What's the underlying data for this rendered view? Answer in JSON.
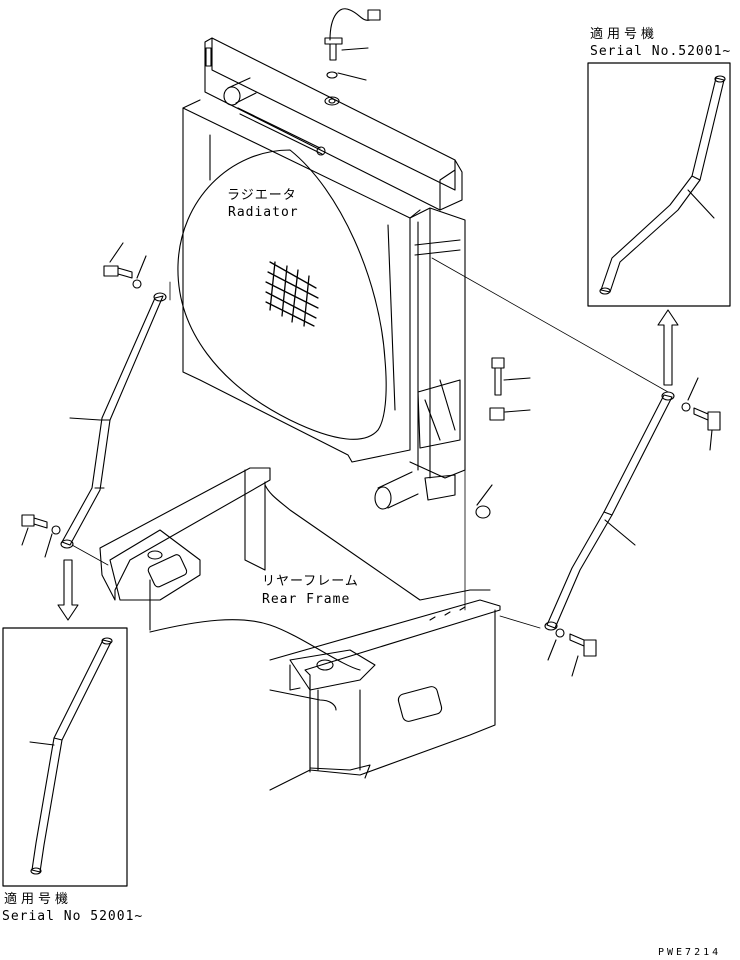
{
  "labels": {
    "radiator_jp": "ラジエータ",
    "radiator_en": "Radiator",
    "rear_frame_jp": "リヤーフレーム",
    "rear_frame_en": "Rear Frame",
    "inset_right_jp": "適用号機",
    "inset_right_serial": "Serial No.52001~",
    "inset_left_jp": "適用号機",
    "inset_left_serial": "Serial No 52001~",
    "drawing_code": "PWE7214"
  },
  "colors": {
    "line": "#000000",
    "background": "#ffffff"
  }
}
